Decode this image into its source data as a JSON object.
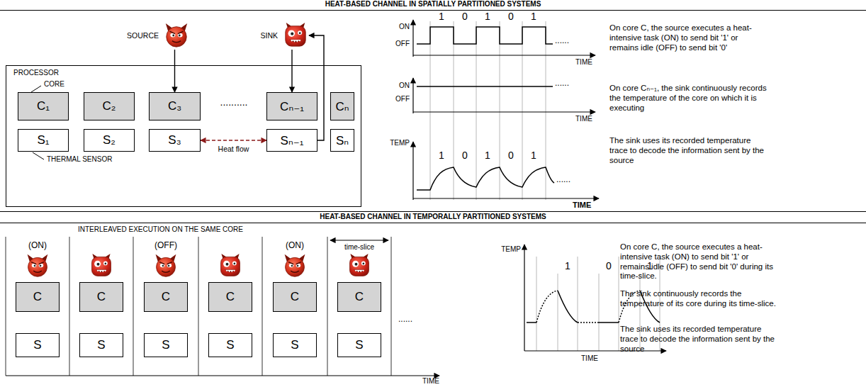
{
  "diagram": {
    "nodes": [
      {
        "text": [
          "SOURCE"
        ]
      },
      {
        "text": [
          "SINK"
        ]
      },
      {
        "text": [
          "PROCESSOR"
        ]
      },
      {
        "text": [
          "C₁"
        ],
        "in": 2
      },
      {
        "text": [
          "C₂"
        ],
        "in": 2
      },
      {
        "text": [
          "C₃"
        ],
        "in": 2
      },
      {
        "text": [
          "Cₙ₋₁"
        ],
        "in": 2
      },
      {
        "text": [
          "Cₙ"
        ],
        "in": 2
      },
      {
        "text": [
          "S₁"
        ],
        "in": 2
      },
      {
        "text": [
          "S₂"
        ],
        "in": 2
      },
      {
        "text": [
          "S₃"
        ],
        "in": 2
      },
      {
        "text": [
          "Sₙ₋₁"
        ],
        "in": 2
      },
      {
        "text": [
          "Sₙ"
        ],
        "in": 2
      },
      {
        "text": [
          "C"
        ]
      },
      {
        "text": [
          "C"
        ]
      },
      {
        "text": [
          "C"
        ]
      },
      {
        "text": [
          "C"
        ]
      },
      {
        "text": [
          "C"
        ]
      },
      {
        "text": [
          "C"
        ]
      },
      {
        "text": [
          "S"
        ]
      },
      {
        "text": [
          "S"
        ]
      },
      {
        "text": [
          "S"
        ]
      },
      {
        "text": [
          "S"
        ]
      },
      {
        "text": [
          "S"
        ]
      },
      {
        "text": [
          "S"
        ]
      }
    ],
    "edges": [
      {
        "from": 0,
        "to": 5,
        "arrow": "to"
      },
      {
        "from": 1,
        "to": 6,
        "arrow": "to"
      },
      {
        "from": 10,
        "to": 11,
        "label": "Heat flow",
        "arrow": "both"
      },
      {
        "from": 11,
        "to": 1,
        "arrow": "to"
      }
    ],
    "labels": [
      "HEAT-BASED CHANNEL IN SPATIALLY PARTITIONED SYSTEMS",
      "CORE",
      "THERMAL SENSOR",
      "..........",
      "1",
      "0",
      "1",
      "0",
      "1",
      "ON",
      "OFF",
      "......",
      "TIME",
      "On core C, the source executes a heat-intensive task (ON) to send bit '1' or remains idle (OFF) to send bit '0'",
      "ON",
      "OFF",
      "......",
      "TIME",
      "On core Cₙ₋₁, the sink continuously records the temperature of the core on which it is executing",
      "TEMP",
      "1",
      "0",
      "1",
      "0",
      "1",
      "......",
      "TIME",
      "The sink uses its recorded temperature trace to decode the information sent by the source",
      "HEAT-BASED CHANNEL IN TEMPORALLY PARTITIONED SYSTEMS",
      "INTERLEAVED EXECUTION ON THE SAME CORE",
      "(ON)",
      "(OFF)",
      "(ON)",
      "time-slice",
      "......",
      "TIME",
      "TEMP",
      "1",
      "0",
      "1",
      "TIME",
      "On core C, the source executes a heat-intensive task (ON) to send bit '1' or remains idle (OFF) to send bit '0' during its time-slice.",
      "The sink continuously records the temperature of its core during its time-slice.",
      "The sink uses its recorded temperature trace to decode the information sent by the source"
    ]
  }
}
